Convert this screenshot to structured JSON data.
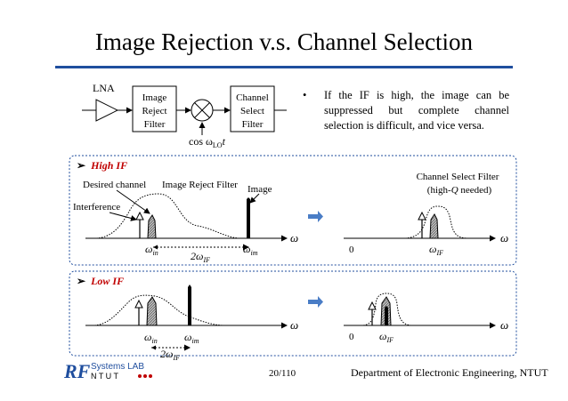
{
  "slide": {
    "title": "Image Rejection v.s. Channel Selection",
    "bullet": "If the IF is high, the image can be suppressed but complete channel selection is difficult, and vice versa.",
    "page_number": "20/110",
    "department": "Department of Electronic Engineering, NTUT",
    "logo": {
      "rf": "RF",
      "line1": "Systems LAB",
      "line2": "N T U T"
    },
    "accent_color": "#1f4e9e",
    "section_color": "#c00000"
  },
  "block_diagram": {
    "lna_label": "LNA",
    "image_reject_filter": [
      "Image",
      "Reject",
      "Filter"
    ],
    "channel_select_filter": [
      "Channel",
      "Select",
      "Filter"
    ],
    "lo_label": "cos ω",
    "lo_sub": "LO",
    "lo_t": "t"
  },
  "high_if": {
    "heading": "High IF",
    "desired_channel": "Desired channel",
    "image_reject_filter": "Image Reject Filter",
    "image": "Image",
    "interference": "Interference",
    "omega_in": "ω",
    "omega_in_sub": "in",
    "omega_im": "ω",
    "omega_im_sub": "im",
    "two_omega_if": "2ω",
    "if_sub": "IF",
    "omega_axis": "ω",
    "channel_select_filter": "Channel Select Filter",
    "q_needed_pre": "(high-",
    "q": "Q",
    "q_needed_post": " needed)",
    "zero": "0",
    "omega_if": "ω",
    "omega_if_sub": "IF"
  },
  "low_if": {
    "heading": "Low IF",
    "omega_in": "ω",
    "omega_in_sub": "in",
    "omega_im": "ω",
    "omega_im_sub": "im",
    "two_omega_if": "2ω",
    "if_sub": "IF",
    "omega_axis": "ω",
    "zero": "0",
    "omega_if": "ω",
    "omega_if_sub": "IF"
  }
}
